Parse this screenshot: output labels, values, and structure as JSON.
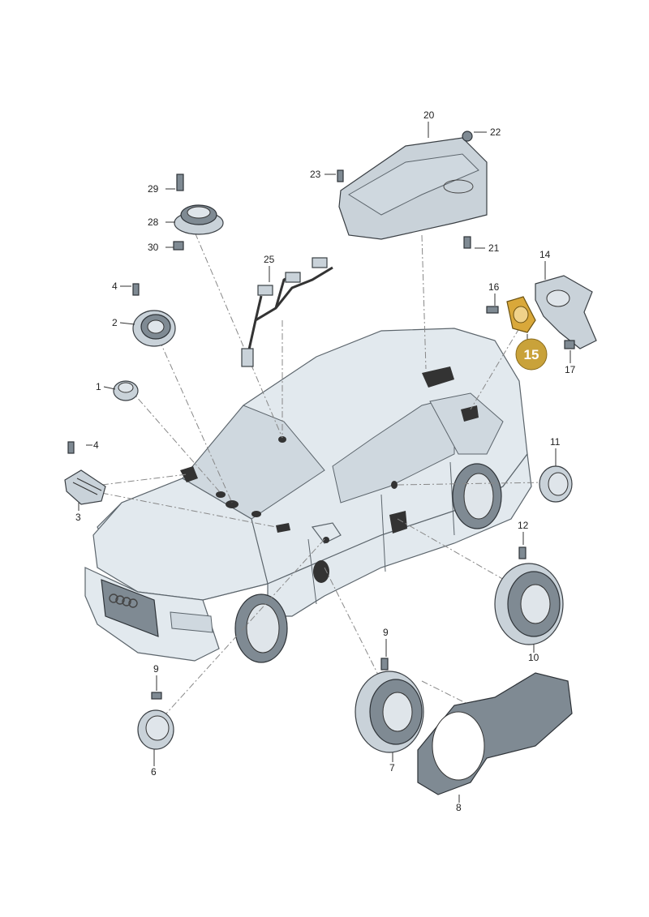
{
  "callouts": {
    "c1": "1",
    "c2": "2",
    "c3": "3",
    "c4a": "4",
    "c4b": "4",
    "c6": "6",
    "c7": "7",
    "c8": "8",
    "c9a": "9",
    "c9b": "9",
    "c10": "10",
    "c11": "11",
    "c12": "12",
    "c14": "14",
    "c15": "15",
    "c16": "16",
    "c17": "17",
    "c20": "20",
    "c21": "21",
    "c22": "22",
    "c23": "23",
    "c25": "25",
    "c28": "28",
    "c29": "29",
    "c30": "30"
  },
  "colors": {
    "highlight": "#c9a23a",
    "highlight_text": "#ffffff",
    "line": "#333333"
  }
}
